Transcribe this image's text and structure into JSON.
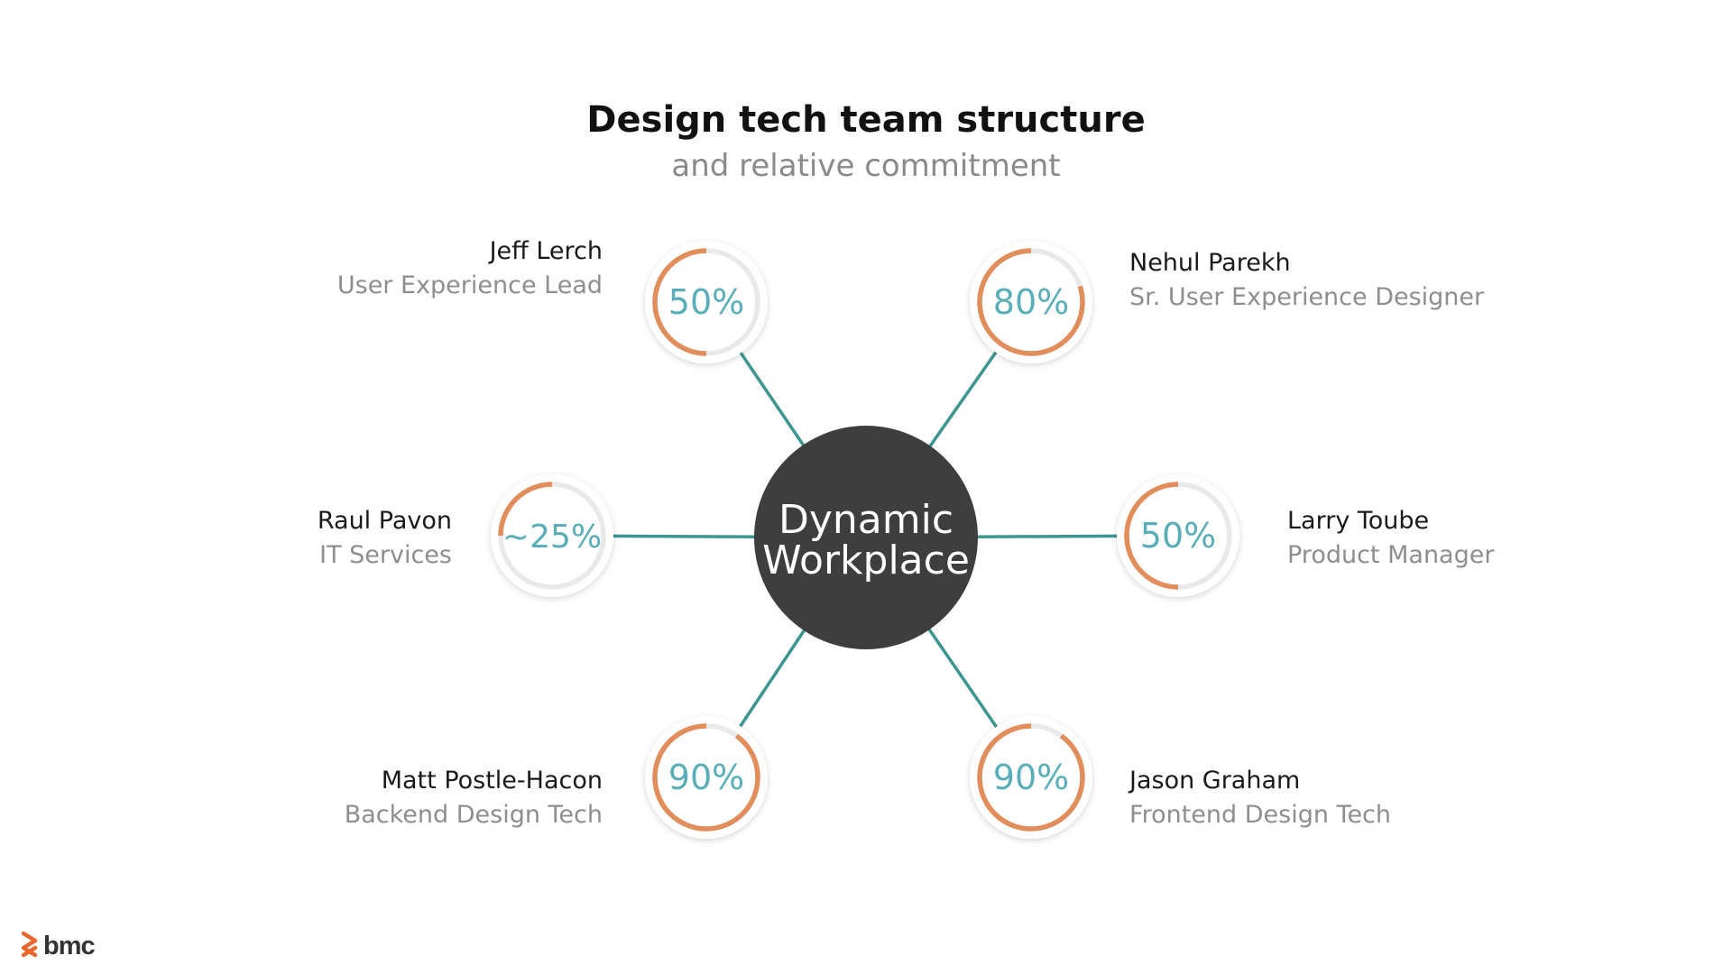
{
  "header": {
    "title": "Design tech team structure",
    "subtitle": "and relative commitment"
  },
  "center": {
    "line1": "Dynamic",
    "line2": "Workplace"
  },
  "members": [
    {
      "name": "Jeff Lerch",
      "role": "User Experience Lead",
      "percent_label": "50%",
      "commitment": 0.5
    },
    {
      "name": "Nehul Parekh",
      "role": "Sr. User Experience Designer",
      "percent_label": "80%",
      "commitment": 0.8
    },
    {
      "name": "Raul Pavon",
      "role": "IT Services",
      "percent_label": "~25%",
      "commitment": 0.25
    },
    {
      "name": "Larry Toube",
      "role": "Product Manager",
      "percent_label": "50%",
      "commitment": 0.5
    },
    {
      "name": "Matt Postle-Hacon",
      "role": "Backend Design Tech",
      "percent_label": "90%",
      "commitment": 0.9
    },
    {
      "name": "Jason Graham",
      "role": "Frontend Design Tech",
      "percent_label": "90%",
      "commitment": 0.9
    }
  ],
  "logo": {
    "text": "bmc",
    "icon": "bmc-logo-icon"
  },
  "colors": {
    "ring_progress": "#e28e5c",
    "ring_track": "#e9e9e9",
    "percent_text": "#5aaeb8",
    "connector": "#3d958f",
    "center_fill": "#3e3e3e",
    "center_text": "#ffffff",
    "logo_accent": "#e8672f"
  }
}
